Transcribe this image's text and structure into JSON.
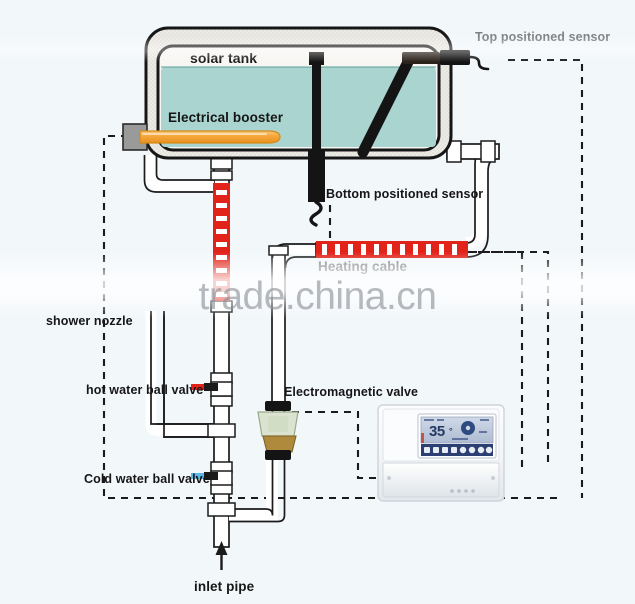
{
  "diagram": {
    "title": "Solar water heater system schematic",
    "background_color": "#f2f7fa",
    "labels": {
      "solar_tank": "solar tank",
      "electrical_booster": "Electrical booster",
      "top_sensor": "Top positioned sensor",
      "bottom_sensor": "Bottom positioned sensor",
      "heating_cable": "Heating cable",
      "shower_nozzle": "shower nozzle",
      "hot_water_ball_valve": "hot water ball valve",
      "cold_water_ball_valve": "Cold water ball valve",
      "electromagnetic_valve": "Electromagnetic valve",
      "inlet_pipe": "inlet pipe"
    },
    "watermark": {
      "text": "trade.china.cn"
    },
    "controller": {
      "display_value": "35",
      "display_unit": "°",
      "button_count": 8
    },
    "colors": {
      "tank_water": "#a9d4d0",
      "tank_shell": "#ebe9e4",
      "outline": "#161616",
      "booster": "#f4a23a",
      "heating_cable": "#e2231a",
      "hot_valve_handle": "#e2231a",
      "cold_valve_handle": "#5bb9e8",
      "valve_body": "#d9e3cf",
      "pipe_fill": "#ffffff",
      "controller_body": "#f4f6f8",
      "lcd": "#b9c7de",
      "lcd_panel": "#2b3f73"
    }
  }
}
